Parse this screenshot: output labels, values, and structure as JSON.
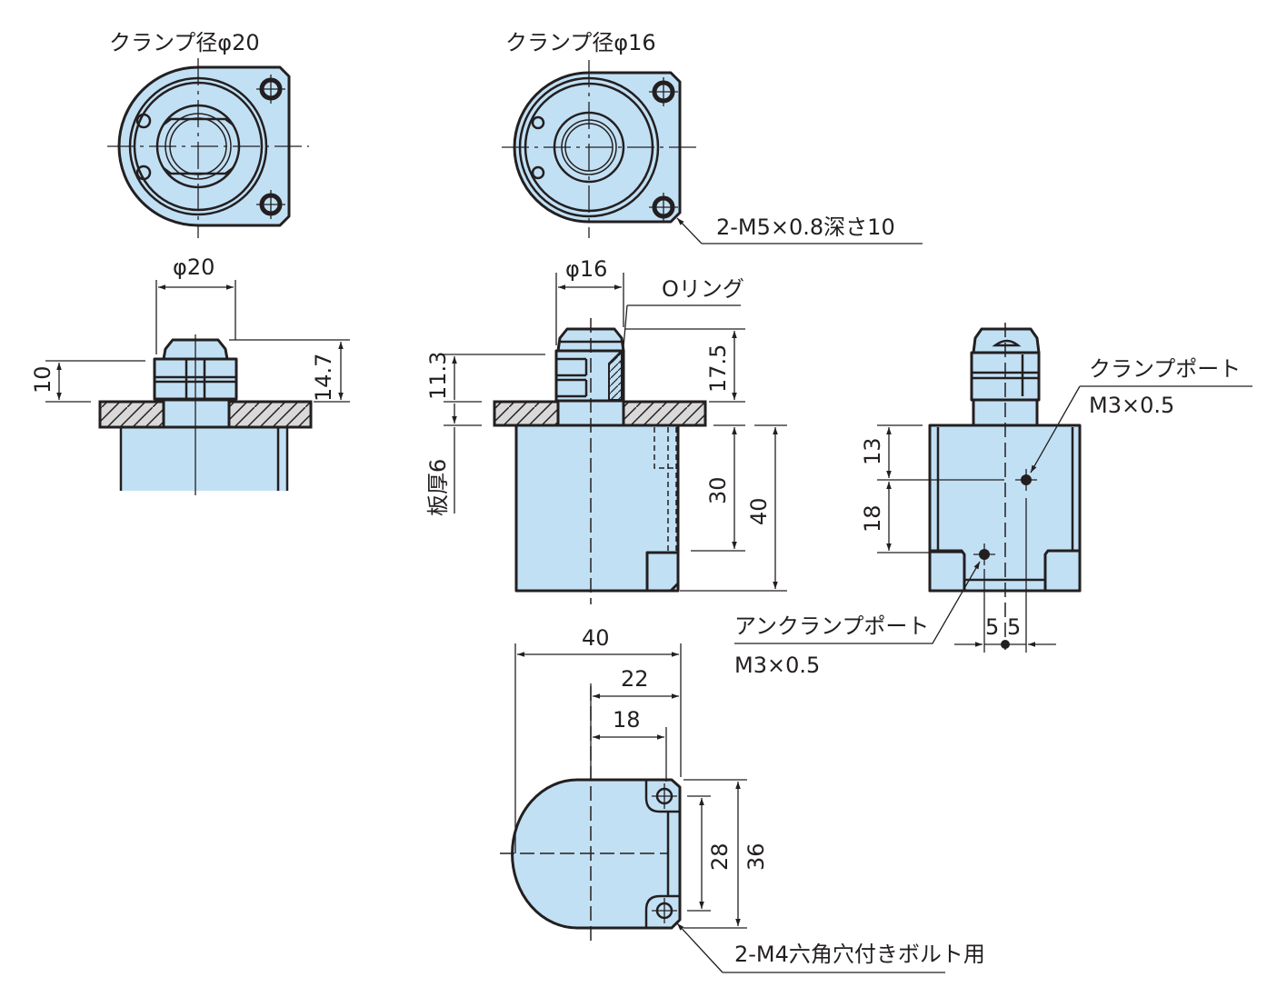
{
  "drawing": {
    "type": "mechanical technical drawing",
    "subject": "swing/pin clamp cylinder — dimensional drawing",
    "colors": {
      "body_fill": "#c2e0f4",
      "outline": "#231f20",
      "plate_fill": "#d9d9d9"
    },
    "views": {
      "top_view_phi20": {
        "title": "クランプ径φ20"
      },
      "top_view_phi16": {
        "title": "クランプ径φ16",
        "callout": "2-M5×0.8深さ10"
      },
      "side_view_phi20": {
        "dim_diameter": "φ20",
        "dim_height_10": "10",
        "dim_height_14_7": "14.7"
      },
      "side_view_phi16": {
        "dim_diameter": "φ16",
        "o_ring_label": "Oリング",
        "dim_11_3": "11.3",
        "dim_17_5": "17.5",
        "plate_thickness": "板厚6",
        "dim_30": "30",
        "dim_40": "40"
      },
      "port_view": {
        "clamp_port_label": "クランプポート",
        "clamp_port_thread": "M3×0.5",
        "unclamp_port_label": "アンクランプポート",
        "unclamp_port_thread": "M3×0.5",
        "dim_13": "13",
        "dim_18": "18",
        "dim_5_left": "5",
        "dim_5_right": "5"
      },
      "bottom_view": {
        "dim_40": "40",
        "dim_22": "22",
        "dim_18": "18",
        "dim_28": "28",
        "dim_36": "36",
        "callout": "2-M4六角穴付きボルト用"
      }
    }
  }
}
